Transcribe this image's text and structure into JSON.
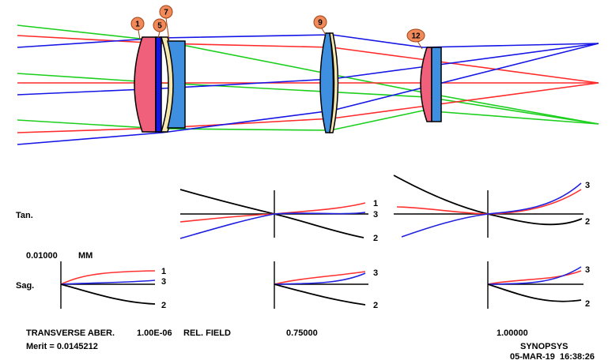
{
  "lens": {
    "surface_tags": [
      "1",
      "5",
      "7",
      "9",
      "12"
    ],
    "colors": {
      "ray_green": "#1ccf1c",
      "ray_red": "#ff2a2a",
      "ray_blue": "#1515e6",
      "glass_pink": "#f0607a",
      "glass_blue": "#3f8fe0",
      "glass_cream": "#f4e7b0",
      "tag_fill": "#f08a5a"
    }
  },
  "plots": {
    "row_tan": "Tan.",
    "row_sag": "Sag.",
    "scale": "0.01000",
    "scale_unit": "MM",
    "curve_labels": [
      "1",
      "3",
      "2"
    ],
    "colors": {
      "c1": "#ff3030",
      "c3": "#2020e0",
      "c2": "#000000"
    }
  },
  "footer": {
    "title": "TRANSVERSE ABER.",
    "merit": "Merit = 0.0145212",
    "wavelength_value": "1.00E-06",
    "rel_field_label": "REL. FIELD",
    "field_1": "0.75000",
    "field_2": "1.00000",
    "program": "SYNOPSYS",
    "datetime": "05-MAR-19  16:38:26"
  }
}
